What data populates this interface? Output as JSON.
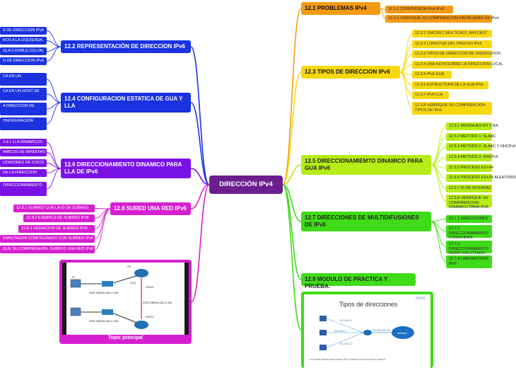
{
  "center": {
    "label": "DIRECCIÓN IPv4"
  },
  "topics": {
    "t1": {
      "label": "12.1 PROBLEMAS IPv4",
      "children": [
        "12.1.2 CONVIVENCIA IPv4 IPv6",
        "12.1.3 VERIFIQUE SU COMPRENCION-PROBLEMAS DE IPv4"
      ]
    },
    "t2": {
      "label": "12.2 REPRESENTACIÓN DE DIRECCION IPv6",
      "children": [
        "S DE DIRECCION IPv6",
        "ROS A LA IZQUIERDA.",
        "GLA 2-DOBLE COLON.",
        "N DE DIRECCION IPv6"
      ]
    },
    "t3": {
      "label": "12.3 TIPOS DE DIRECCION IPv6",
      "children": [
        "12.3.1 UNICAST, MULTICAST, ANYCAST",
        "12.3.2 LONGITUD DEL PREFIJO IPv6",
        "12.3.3 TIPOS DE DIRECCION DE UNIDIFUSION",
        "12.3.4 UNA NOTA SOBRE LA DIRECCION LOCAL",
        "12.3.5 IPv6 GUA",
        "12.3.6 ESTRUCTURA DE LA GUA IPv6",
        "12.3.7 IPv6 LLA",
        "12.3.8 VERIFIQUE SU COMPRENCION-TIPOS DE IPv6"
      ]
    },
    "t4": {
      "label": "12.4 CONFIGURACION ESTATICA DE GUA Y LLA",
      "children": [
        "CA EN UN",
        "CA EN UN HOST DE",
        "A DIRECCION DE",
        "ONFIGURACION"
      ]
    },
    "t5": {
      "label": "12.5 DIRECCIONAMIEMTO DINAMICO PARA GUA IPv6",
      "children": [
        "12.5.1 MENSAJES RS Y RA",
        "12.5.2 METODO 1: SLAAC",
        "12.5.3 METODO 2: SLAAC Y DHCPv6",
        "12.5.4 METODO 3: DHCPv6",
        "12.5.5 PROCESO EUI-64",
        "12.5.6 PROCESO EUI-64 ALEATORIO",
        "12.5.7 ID DE INTERFAZ",
        "12.5.8 VERIFIQUE SU COMPRENCION- DINAMICO PARA IPv6"
      ]
    },
    "t6": {
      "label": "12.6 DIRECCIONAMIENTO DINAMICO PARA LLA DE IPv6",
      "children": [
        "2.6.1 LLA DINAMICOS",
        "AMICOS DE WINDOWS",
        "UTADORES DE CISCO",
        "DE LA DIRECCION",
        "DIRECCIONAMIENTO"
      ]
    },
    "t7": {
      "label": "12.7 DIRECCIONES DE MULTIDIFUSIONES DE IPv6",
      "children": [
        "12.7.1 DIRECCIONES",
        "12.7.2 DIRECCIONAMIENTO CONOCIDAS.",
        "12.7.3 DIRECCIONAMIENTO NODO SOLICITADO.",
        "12.7.4 LABORATORIO IPv6"
      ]
    },
    "t8": {
      "label": "12.8 SURED UNA RED IPv6",
      "children": [
        "12.8.1 SUBRED CON LA ID DE SUBRED",
        "12.8.2 EJEMPLO DE SUBRED IPv6",
        "12.8.3 SIGNACION DE SUBRED IPv6",
        "ENRUTADOR CONFIGURADO CON SUBRED IPv6",
        "QUE SU COMPRENsION- SUBRED UNA RED IPv6"
      ]
    },
    "t9": {
      "label": "12.9 MODULO DE PRACTICA Y PRUEBA."
    }
  },
  "topic_principal": {
    "caption": "Topic principal",
    "labels": {
      "g0": "G0",
      "g01": "G0/1",
      "s0": "S0/0/0",
      "pc": "PC",
      "gw1": "2001:DB8:ACAD:1::/64",
      "gw2": "2001:DB8:ACAD:2::/64",
      "wan": "2001:DB8:ACAD:3::/64",
      "s1": "S0/0/1"
    }
  },
  "tipos_image": {
    "title": "Tipos de direcciones",
    "cloud": "Internet",
    "ip1": "192.168.1.1",
    "ip2": "192.168.1.2",
    "ip3": "192.168.1.3",
    "router_ip": "209.165.200.225",
    "caption": "Los hosts utilizan direcciones IPv4 públicas para acceder a Internet"
  },
  "colors": {
    "blue": "#1a32e0",
    "purple": "#7a12e6",
    "magenta": "#d61fd0",
    "orange": "#f59a14",
    "yellow": "#f7d80f",
    "lime": "#b6ec17",
    "green": "#3fdb18",
    "center": "#6b1f8f"
  }
}
